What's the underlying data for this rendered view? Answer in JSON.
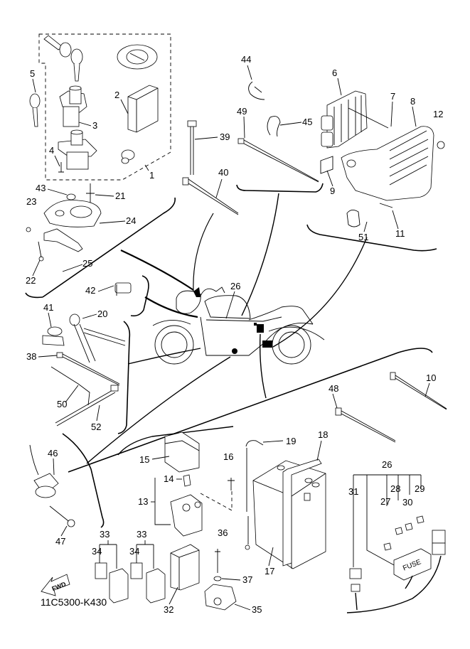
{
  "diagram": {
    "title": "Electrical parts exploded view",
    "catalog_code": "11C5300-K430",
    "fwd_badge": "FWD",
    "fuse_box_text": "FUSE",
    "parts": [
      {
        "id": "p1",
        "num": "1",
        "name": "main switch / immobilizer kit"
      },
      {
        "id": "p2",
        "num": "2",
        "name": "immobilizer unit"
      },
      {
        "id": "p3",
        "num": "3",
        "name": "main switch"
      },
      {
        "id": "p4",
        "num": "4",
        "name": "screw"
      },
      {
        "id": "p5",
        "num": "5",
        "name": "key"
      },
      {
        "id": "p6",
        "num": "6",
        "name": "rectifier regulator"
      },
      {
        "id": "p7",
        "num": "7",
        "name": "bolt"
      },
      {
        "id": "p8",
        "num": "8",
        "name": "cover"
      },
      {
        "id": "p9",
        "num": "9",
        "name": "pad"
      },
      {
        "id": "p10",
        "num": "10",
        "name": "cable tie"
      },
      {
        "id": "p11",
        "num": "11",
        "name": "bolt"
      },
      {
        "id": "p12",
        "num": "12",
        "name": "damper"
      },
      {
        "id": "p13",
        "num": "13",
        "name": "starter relay assembly"
      },
      {
        "id": "p14",
        "num": "14",
        "name": "fuse"
      },
      {
        "id": "p15",
        "num": "15",
        "name": "cover"
      },
      {
        "id": "p16",
        "num": "16",
        "name": "bolt"
      },
      {
        "id": "p17",
        "num": "17",
        "name": "battery"
      },
      {
        "id": "p18",
        "num": "18",
        "name": "battery band"
      },
      {
        "id": "p19",
        "num": "19",
        "name": "negative lead"
      },
      {
        "id": "p20",
        "num": "20",
        "name": "sensor"
      },
      {
        "id": "p21",
        "num": "21",
        "name": "bolt"
      },
      {
        "id": "p22",
        "num": "22",
        "name": "bracket"
      },
      {
        "id": "p23",
        "num": "23",
        "name": "bolt"
      },
      {
        "id": "p24",
        "num": "24",
        "name": "cover"
      },
      {
        "id": "p25",
        "num": "25",
        "name": "screw"
      },
      {
        "id": "p26",
        "num": "26",
        "name": "wire harness"
      },
      {
        "id": "p27",
        "num": "27",
        "name": "fuse"
      },
      {
        "id": "p28",
        "num": "28",
        "name": "fuse"
      },
      {
        "id": "p29",
        "num": "29",
        "name": "fuse"
      },
      {
        "id": "p30",
        "num": "30",
        "name": "fuse"
      },
      {
        "id": "p31",
        "num": "31",
        "name": "relay"
      },
      {
        "id": "p32",
        "num": "32",
        "name": "relay"
      },
      {
        "id": "p33a",
        "num": "33",
        "name": "relay assembly"
      },
      {
        "id": "p33b",
        "num": "33",
        "name": "relay assembly"
      },
      {
        "id": "p34a",
        "num": "34",
        "name": "cover"
      },
      {
        "id": "p34b",
        "num": "34",
        "name": "cover"
      },
      {
        "id": "p35",
        "num": "35",
        "name": "sensor"
      },
      {
        "id": "p36",
        "num": "36",
        "name": "bolt"
      },
      {
        "id": "p37",
        "num": "37",
        "name": "washer"
      },
      {
        "id": "p38",
        "num": "38",
        "name": "cable tie"
      },
      {
        "id": "p39",
        "num": "39",
        "name": "cable tie"
      },
      {
        "id": "p40",
        "num": "40",
        "name": "cable tie"
      },
      {
        "id": "p41",
        "num": "41",
        "name": "clamp"
      },
      {
        "id": "p42",
        "num": "42",
        "name": "clamp"
      },
      {
        "id": "p43",
        "num": "43",
        "name": "cap"
      },
      {
        "id": "p44",
        "num": "44",
        "name": "clamp"
      },
      {
        "id": "p45",
        "num": "45",
        "name": "clip"
      },
      {
        "id": "p46",
        "num": "46",
        "name": "sensor"
      },
      {
        "id": "p47",
        "num": "47",
        "name": "bolt"
      },
      {
        "id": "p48",
        "num": "48",
        "name": "cable tie"
      },
      {
        "id": "p49",
        "num": "49",
        "name": "cable tie"
      },
      {
        "id": "p50",
        "num": "50",
        "name": "lead"
      },
      {
        "id": "p51",
        "num": "51",
        "name": "clamp"
      },
      {
        "id": "p52",
        "num": "52",
        "name": "cable tie"
      }
    ]
  }
}
